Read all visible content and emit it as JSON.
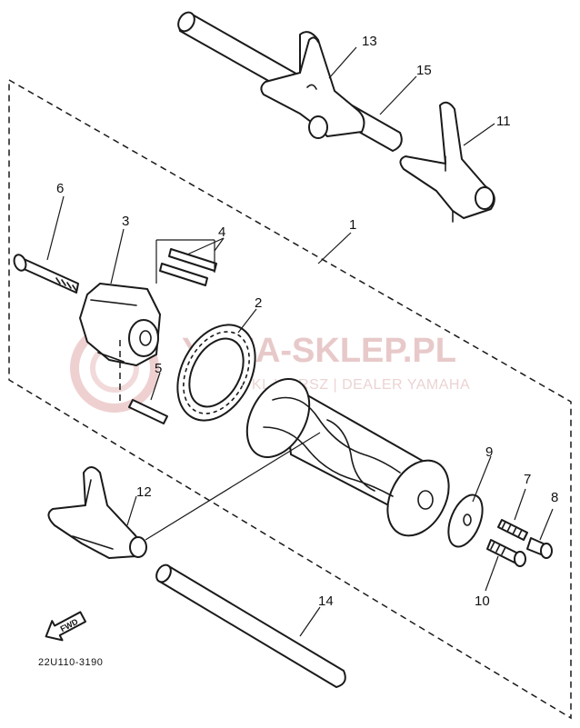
{
  "diagram": {
    "callouts": {
      "c1": "1",
      "c2": "2",
      "c3": "3",
      "c4": "4",
      "c5": "5",
      "c6": "6",
      "c7": "7",
      "c8": "8",
      "c9": "9",
      "c10": "10",
      "c11": "11",
      "c12": "12",
      "c13": "13",
      "c14": "14",
      "c15": "15"
    },
    "fwd_label": "FWD",
    "drawing_code": "22U110-3190"
  },
  "watermark": {
    "brand": "YAMA-SKLEP.PL",
    "tagline": "MOTOCYKL WARSZ | DEALER YAMAHA",
    "color": "#e8c9c9"
  }
}
